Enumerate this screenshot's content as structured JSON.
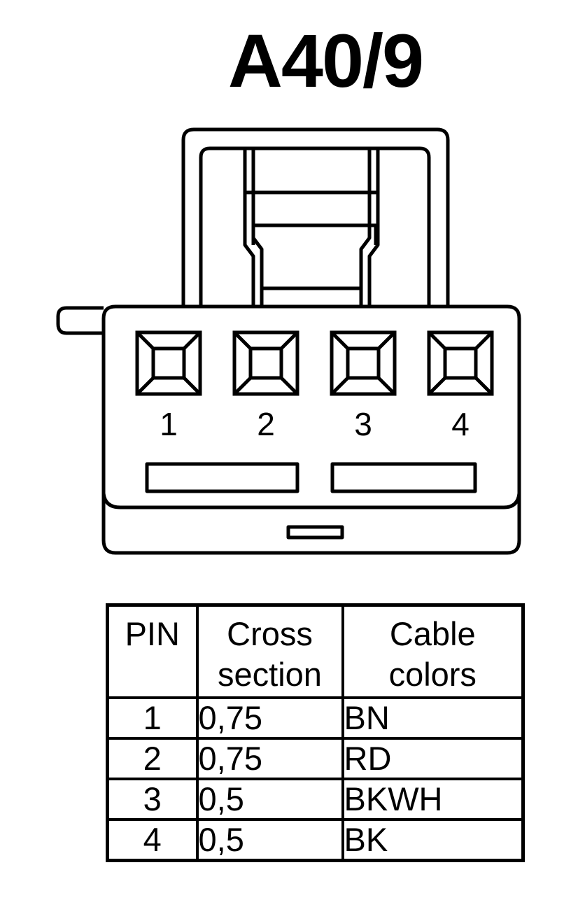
{
  "title": "A40/9",
  "connector": {
    "pin_labels": [
      "1",
      "2",
      "3",
      "4"
    ]
  },
  "table": {
    "headers": {
      "pin": "PIN",
      "cross_line1": "Cross",
      "cross_line2": "section",
      "color_line1": "Cable",
      "color_line2": "colors"
    },
    "rows": [
      {
        "pin": "1",
        "cross": "0,75",
        "color": "BN"
      },
      {
        "pin": "2",
        "cross": "0,75",
        "color": "RD"
      },
      {
        "pin": "3",
        "cross": "0,5",
        "color": "BKWH"
      },
      {
        "pin": "4",
        "cross": "0,5",
        "color": "BK"
      }
    ]
  }
}
